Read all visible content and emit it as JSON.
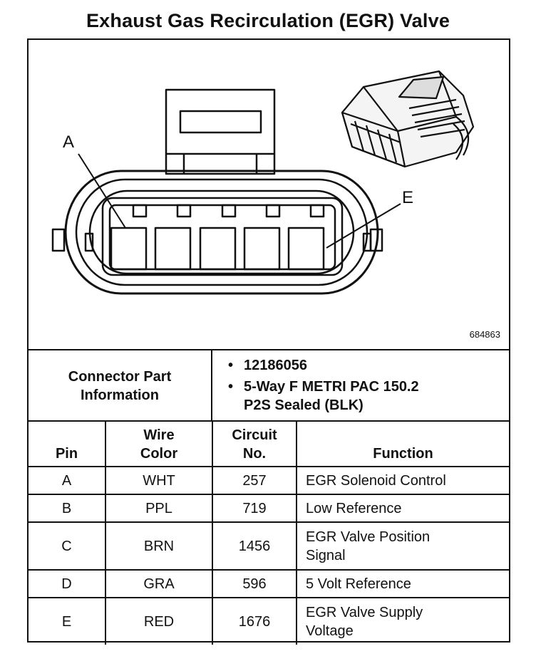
{
  "title": "Exhaust Gas Recirculation (EGR) Valve",
  "diagram": {
    "callout_a": "A",
    "callout_e": "E",
    "figure_number": "684863"
  },
  "connector_info": {
    "label_line1": "Connector Part",
    "label_line2": "Information",
    "part_number": "12186056",
    "description_line1": "5-Way F METRI PAC 150.2",
    "description_line2": "P2S Sealed (BLK)",
    "bullet": "•"
  },
  "table": {
    "headers": {
      "pin": "Pin",
      "wire_color_1": "Wire",
      "wire_color_2": "Color",
      "circuit_1": "Circuit",
      "circuit_2": "No.",
      "function": "Function"
    },
    "rows": [
      {
        "pin": "A",
        "wire": "WHT",
        "circuit": "257",
        "function_1": "EGR Solenoid Control",
        "function_2": ""
      },
      {
        "pin": "B",
        "wire": "PPL",
        "circuit": "719",
        "function_1": "Low Reference",
        "function_2": ""
      },
      {
        "pin": "C",
        "wire": "BRN",
        "circuit": "1456",
        "function_1": "EGR Valve Position",
        "function_2": "Signal"
      },
      {
        "pin": "D",
        "wire": "GRA",
        "circuit": "596",
        "function_1": "5 Volt Reference",
        "function_2": ""
      },
      {
        "pin": "E",
        "wire": "RED",
        "circuit": "1676",
        "function_1": "EGR Valve Supply",
        "function_2": "Voltage"
      }
    ]
  }
}
